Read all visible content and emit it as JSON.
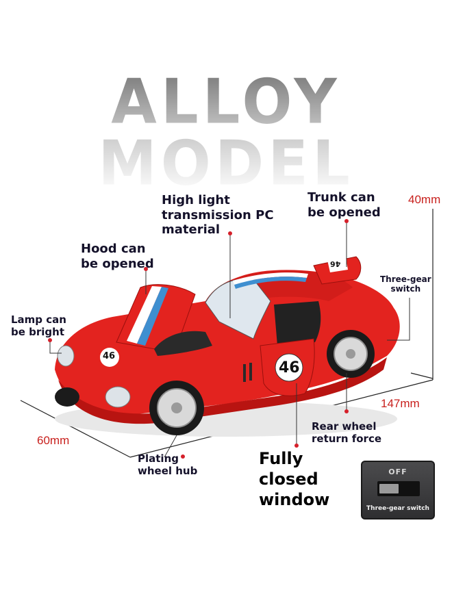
{
  "title": "ALLOY MODEL",
  "callouts": {
    "pc_material": "High light\ntransmission PC\nmaterial",
    "trunk": "Trunk can\nbe opened",
    "hood": "Hood can\nbe opened",
    "lamp": "Lamp can\nbe bright",
    "three_gear": "Three-gear\nswitch",
    "rear_wheel": "Rear wheel\nreturn force",
    "plating": "Plating\nwheel hub",
    "window": "Fully\nclosed\nwindow"
  },
  "dimensions": {
    "height": "40mm",
    "length": "147mm",
    "width": "60mm"
  },
  "car": {
    "number": "46",
    "body_color": "#e3231f",
    "stripe_color": "#3f8fd0"
  },
  "switch": {
    "state": "OFF",
    "label": "Three-gear switch"
  },
  "colors": {
    "accent_red": "#c8201d",
    "dot_red": "#d5202a"
  }
}
